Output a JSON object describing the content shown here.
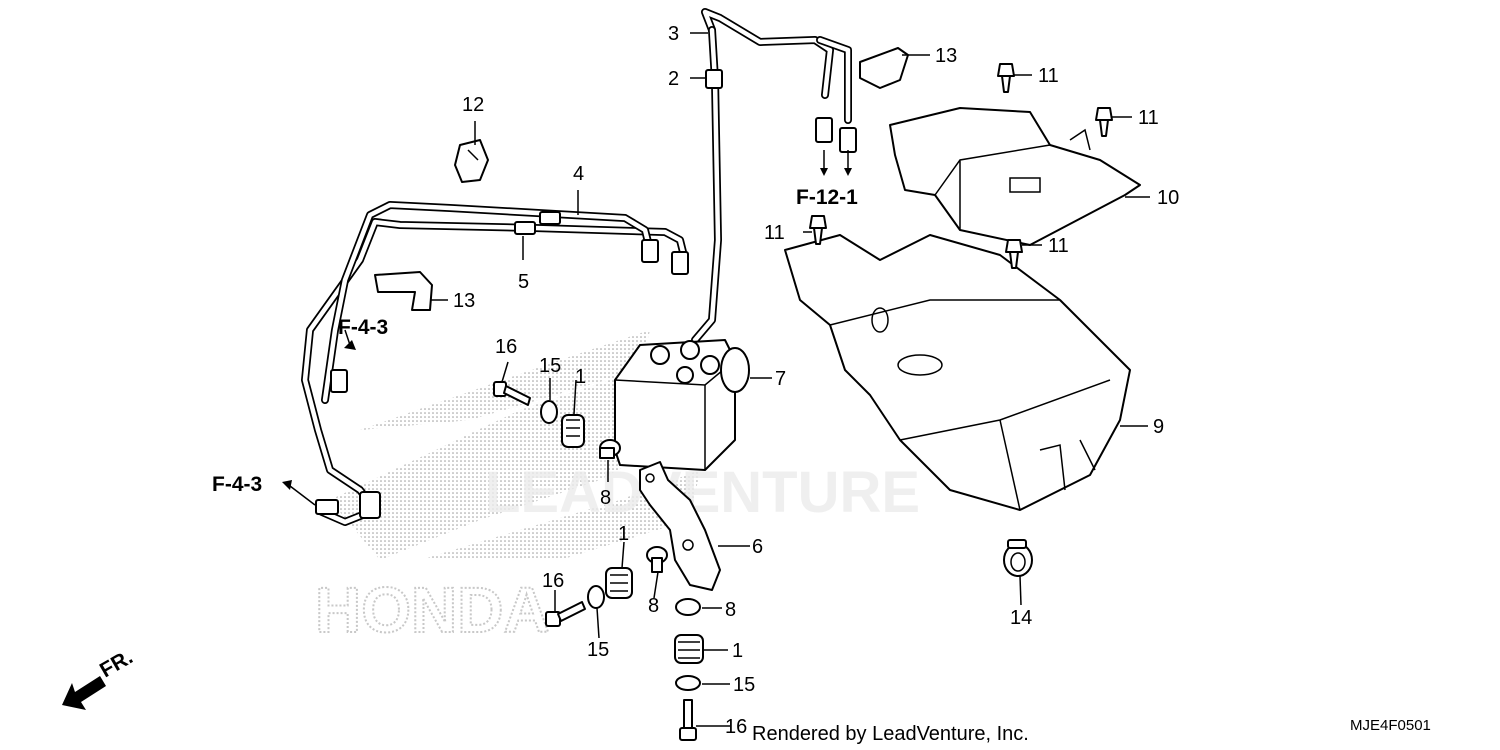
{
  "diagram": {
    "callouts": [
      "1",
      "1",
      "1",
      "2",
      "3",
      "4",
      "5",
      "6",
      "7",
      "8",
      "8",
      "8",
      "9",
      "10",
      "11",
      "11",
      "11",
      "11",
      "12",
      "13",
      "13",
      "14",
      "15",
      "15",
      "15",
      "16",
      "16",
      "16"
    ],
    "references": [
      "F-12-1",
      "F-4-3",
      "F-4-3"
    ],
    "direction_label": "FR.",
    "footer": "Rendered by LeadVenture, Inc.",
    "diagram_code": "MJE4F0501",
    "watermark_brand": "HONDA",
    "watermark_overlay": "LEADVENTURE"
  }
}
